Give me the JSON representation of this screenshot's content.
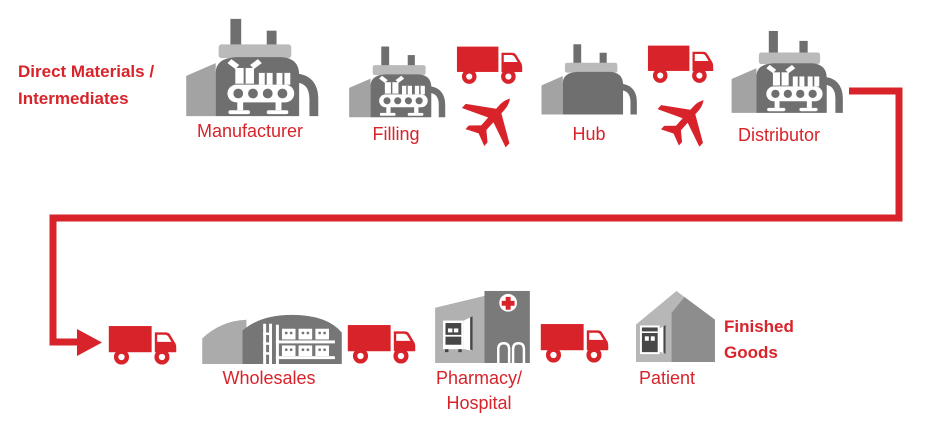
{
  "colors": {
    "red": "#d8232a",
    "factory_dark_gray": "#6f6f6f",
    "factory_light_gray": "#a3a3a3",
    "factory_band_gray": "#bababa",
    "warehouse_dark_gray": "#767676",
    "warehouse_light_gray": "#ababab",
    "hospital_tower_gray": "#7a7a7a",
    "hospital_wall_gray": "#b1b1b1",
    "house_dark_gray": "#8d8d8d",
    "house_light_gray": "#b7b7b7",
    "appliance_dark": "#474747",
    "background": "#ffffff"
  },
  "side_labels": {
    "direct_materials": {
      "line1": "Direct Materials /",
      "line2": "Intermediates"
    },
    "finished_goods": {
      "line1": "Finished",
      "line2": "Goods"
    }
  },
  "nodes": {
    "manufacturer": {
      "label": "Manufacturer",
      "icon": "factory-conveyor-icon"
    },
    "filling": {
      "label": "Filling",
      "icon": "factory-conveyor-icon"
    },
    "hub": {
      "label": "Hub",
      "icon": "factory-plain-icon"
    },
    "distributor": {
      "label": "Distributor",
      "icon": "factory-conveyor-icon"
    },
    "wholesales": {
      "label": "Wholesales",
      "icon": "warehouse-icon"
    },
    "pharmacy_hospital": {
      "label_line1": "Pharmacy/",
      "label_line2": "Hospital",
      "icon": "hospital-building-icon"
    },
    "patient": {
      "label": "Patient",
      "icon": "house-icon"
    }
  },
  "transport": {
    "filling_to_hub": [
      "truck-icon",
      "airplane-icon"
    ],
    "hub_to_distributor": [
      "truck-icon",
      "airplane-icon"
    ],
    "bottom_row_trucks": [
      "truck-icon",
      "truck-icon",
      "truck-icon"
    ]
  },
  "flow": {
    "description": "red connector line from Distributor wrapping around to bottom row with right-pointing arrowhead"
  }
}
